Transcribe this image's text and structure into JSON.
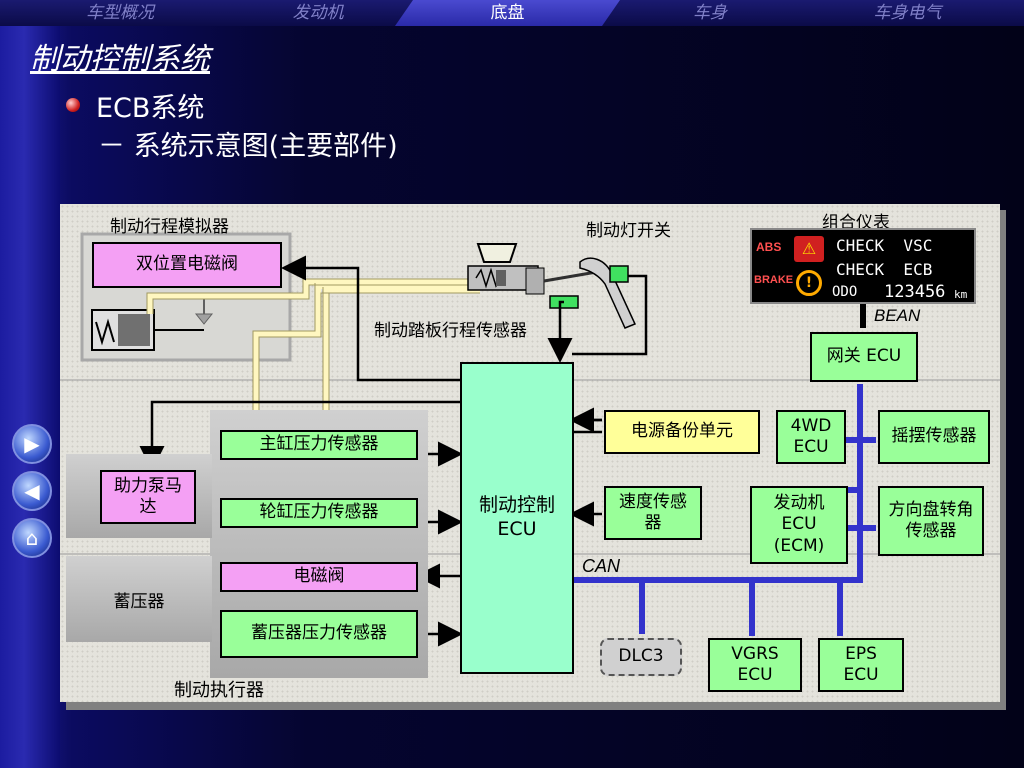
{
  "nav": {
    "tabs": [
      {
        "label": "车型概况"
      },
      {
        "label": "发动机"
      },
      {
        "label": "底盘"
      },
      {
        "label": "车身"
      },
      {
        "label": "车身电气"
      }
    ],
    "active": "底盘"
  },
  "page": {
    "title": "制动控制系统",
    "heading1": "ECB系统",
    "heading2": "－ 系统示意图(主要部件)"
  },
  "diagram": {
    "labels": {
      "stroke_simulator": "制动行程模拟器",
      "stop_light_switch": "制动灯开关",
      "combination_meter": "组合仪表",
      "pedal_sensor": "制动踏板行程传感器",
      "bean": "BEAN",
      "can": "CAN",
      "actuator": "制动执行器"
    },
    "boxes": {
      "two_way_valve": "双位置电磁阀",
      "gateway_ecu": "网关 ECU",
      "ecu_4wd": "4WD ECU",
      "yaw_sensor": "摇摆传感器",
      "pump_motor": "助力泵马达",
      "master_cyl_sensor": "主缸压力传感器",
      "wheel_cyl_sensor": "轮缸压力传感器",
      "solenoid": "电磁阀",
      "accumulator_sensor": "蓄压器压力传感器",
      "accumulator": "蓄压器",
      "brake_ecu": "制动控制 ECU",
      "power_backup": "电源备份单元",
      "speed_sensor": "速度传感器",
      "engine_ecu": "发动机 ECU (ECM)",
      "steering_sensor": "方向盘转角传感器",
      "dlc3": "DLC3",
      "vgrs_ecu": "VGRS ECU",
      "eps_ecu": "EPS ECU"
    },
    "meter": {
      "abs": "ABS",
      "brake": "BRAKE",
      "line1": "CHECK  VSC",
      "line2": "CHECK  ECB",
      "odo_label": "ODO",
      "odo_value": "123456",
      "odo_unit": "km"
    }
  },
  "colors": {
    "accent_blue": "#3333cc",
    "box_green": "#99ff99",
    "box_pink": "#f4a0f4",
    "box_yellow": "#ffff99",
    "ecu_mint": "#99ffcc"
  }
}
